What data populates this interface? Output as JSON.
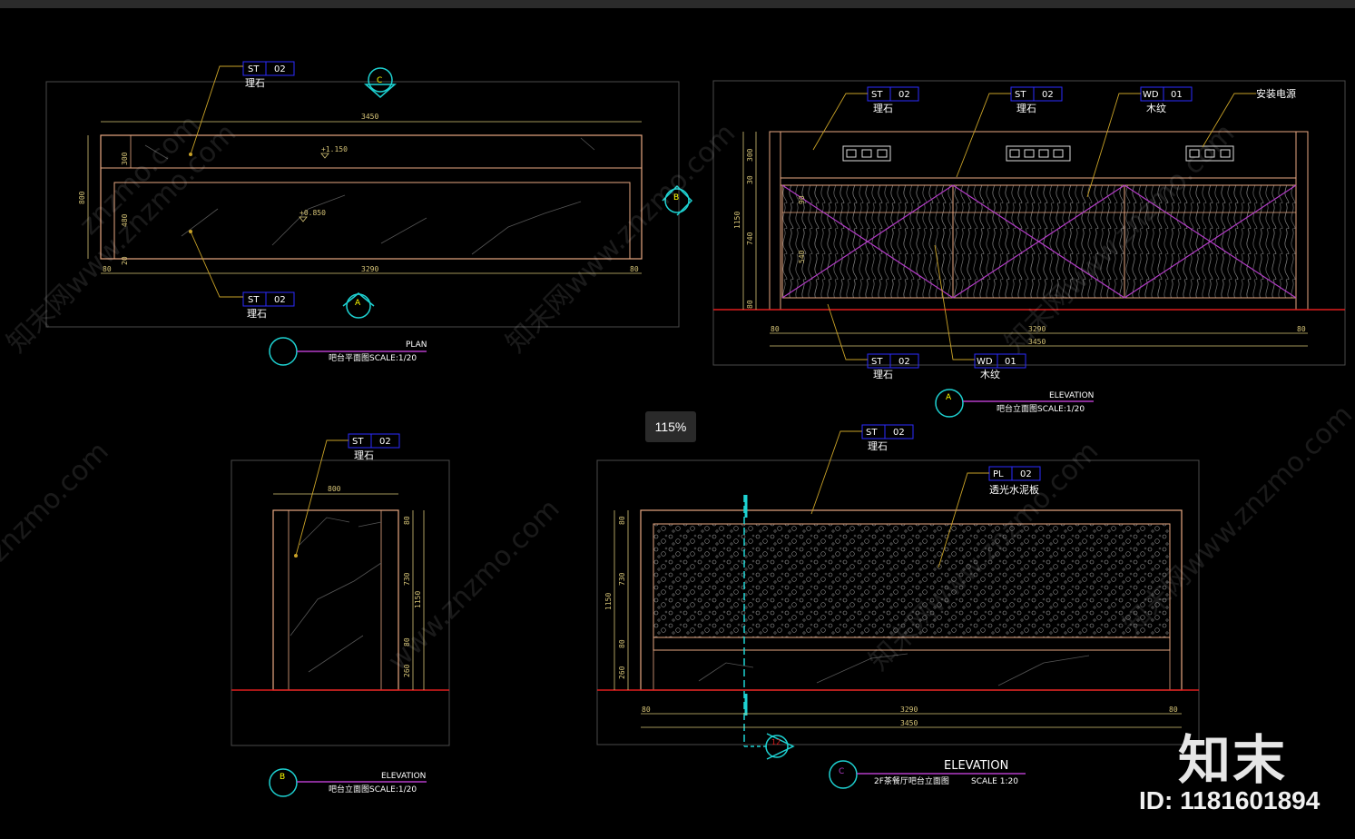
{
  "overlay": {
    "zoom": "115%",
    "brand": "知末",
    "image_id": "ID: 1181601894"
  },
  "plan": {
    "tag_top": {
      "code": "ST",
      "num": "02",
      "label": "理石"
    },
    "tag_bottom": {
      "code": "ST",
      "num": "02",
      "label": "理石"
    },
    "marker_c": "C",
    "marker_b": "B",
    "marker_a": "A",
    "dim_top": "3450",
    "dim_bottom": "3290",
    "dim_left": "800",
    "dim_300": "300",
    "dim_480": "480",
    "dim_20": "20",
    "dim_80l": "80",
    "dim_80r": "80",
    "lvl1": "+1.150",
    "lvl2": "+0.850",
    "title_en": "PLAN",
    "title_cn": "吧台平面图SCALE:1/20"
  },
  "elevA": {
    "tag1": {
      "code": "ST",
      "num": "02",
      "label": "理石"
    },
    "tag2": {
      "code": "ST",
      "num": "02",
      "label": "理石"
    },
    "tag3": {
      "code": "WD",
      "num": "01",
      "label": "木纹"
    },
    "power": "安装电源",
    "tag4": {
      "code": "ST",
      "num": "02",
      "label": "理石"
    },
    "tag5": {
      "code": "WD",
      "num": "01",
      "label": "木纹"
    },
    "dim_300": "300",
    "dim_30": "30",
    "dim_90": "90",
    "dim_740": "740",
    "dim_540": "540",
    "dim_1150": "1150",
    "dim_80": "80",
    "dim_3290": "3290",
    "dim_3450": "3450",
    "dim_80l": "80",
    "dim_80r": "80",
    "marker": "A",
    "title_en": "ELEVATION",
    "title_cn": "吧台立面图SCALE:1/20"
  },
  "elevB": {
    "tag": {
      "code": "ST",
      "num": "02",
      "label": "理石"
    },
    "dim_800": "800",
    "dim_80a": "80",
    "dim_730": "730",
    "dim_80b": "80",
    "dim_260": "260",
    "dim_1150": "1150",
    "marker": "B",
    "title_en": "ELEVATION",
    "title_cn": "吧台立面图SCALE:1/20"
  },
  "elevC": {
    "tag1": {
      "code": "ST",
      "num": "02",
      "label": "理石"
    },
    "tag2": {
      "code": "PL",
      "num": "02",
      "label": "透光水泥板"
    },
    "dim_80a": "80",
    "dim_730": "730",
    "dim_80b": "80",
    "dim_260": "260",
    "dim_1150": "1150",
    "dim_3290": "3290",
    "dim_3450": "3450",
    "dim_80l": "80",
    "dim_80r": "80",
    "section": "12",
    "marker": "C",
    "title_en": "ELEVATION",
    "title_cn": "2F茶餐厅吧台立面图",
    "scale": "SCALE  1:20"
  },
  "watermarks": [
    "znzmo.com",
    "知末网www.znzmo.com",
    "知末网www.znzmo.com",
    "知末网www.znzmo.com",
    "znzmo.com",
    "www.znzmo.com",
    "知末网www.znzmo.com",
    "知末网www.znzmo.com"
  ],
  "colors": {
    "background": "#000000",
    "outline": "#e8a882",
    "dimension": "#d6c477",
    "tag_border": "#2c2cff",
    "leader": "#c9a227",
    "floor": "#e01e1e",
    "purple": "#b43cc8",
    "cyan": "#1ed2d2"
  }
}
